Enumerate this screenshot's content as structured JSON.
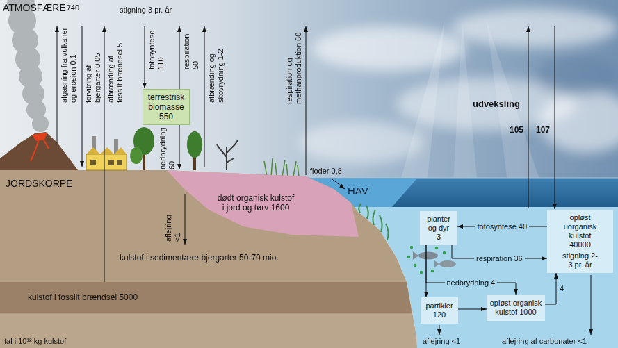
{
  "diagram": {
    "nodes": [
      {
        "text": [
          "terrestrisk biomasse 550"
        ]
      },
      {
        "text": [
          "dødt organisk kulstof i jord og tørv 1600"
        ]
      },
      {
        "text": [
          "kulstof i fossilt brændsel 5000"
        ]
      },
      {
        "text": [
          "planter og dyr 3"
        ]
      },
      {
        "text": [
          "opløst uorganisk kulstof 40000",
          "stigning 2-3 pr. år"
        ]
      },
      {
        "text": [
          "partikler 120"
        ]
      },
      {
        "text": [
          "opløst organisk kulstof 1000"
        ]
      }
    ],
    "edges": [
      {
        "from": 0,
        "to": 1,
        "label": "nedbrydning 60",
        "arrow": "to"
      },
      {
        "from": 4,
        "to": 3,
        "label": "fotosyntese 40",
        "arrow": "to"
      },
      {
        "from": 3,
        "to": 4,
        "label": "respiration 36",
        "arrow": "to"
      },
      {
        "from": 3,
        "to": 5,
        "arrow": "to"
      },
      {
        "from": 3,
        "to": 6,
        "label": "nedbrydning 4",
        "arrow": "to"
      },
      {
        "from": 5,
        "to": 6,
        "arrow": "to"
      },
      {
        "from": 6,
        "to": 4,
        "label": "4",
        "arrow": "to"
      }
    ],
    "labels": [
      "ATMOSFÆRE",
      "740",
      "stigning 3 pr. år",
      "afgasning fra vulkaner og erosion 0,1",
      "forvitring af bjergarter 0,05",
      "afbrænding af fossilt brændsel 5",
      "fotosyntese 110",
      "respiration 50",
      "afbrænding og skovrydning 1-2",
      "respiration og methanproduktion 60",
      "udveksling",
      "105",
      "107",
      "JORDSKORPE",
      "floder 0,8",
      "HAV",
      "aflejring <1",
      "kulstof i sedimentære bjergarter 50-70 mio.",
      "aflejring <1",
      "aflejring af carbonater <1",
      "tal i 10¹² kg kulstof"
    ]
  }
}
